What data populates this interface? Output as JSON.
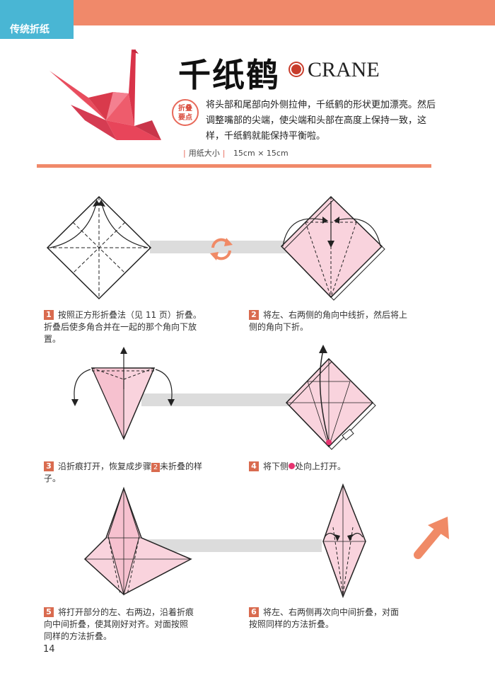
{
  "header": {
    "section_tab": "传统折纸"
  },
  "title": {
    "main": "千纸鹤",
    "english": "CRANE"
  },
  "tip": {
    "badge": "折叠\n要点",
    "badge_line1": "折叠",
    "badge_line2": "要点",
    "text": "将头部和尾部向外侧拉伸，千纸鹤的形状更加漂亮。然后调整嘴部的尖端，使尖端和头部在高度上保持一致，这样，千纸鹤就能保持平衡啦。"
  },
  "paper_size": {
    "label": "用纸大小",
    "value": "15cm × 15cm"
  },
  "steps": [
    {
      "num": "1",
      "text": "按照正方形折叠法（见 11 页）折叠。折叠后使多角合并在一起的那个角向下放置。"
    },
    {
      "num": "2",
      "text": "将左、右两侧的角向中线折，然后将上侧的角向下折。"
    },
    {
      "num": "3",
      "text_a": "沿折痕打开，恢复成步骤",
      "ref": "2",
      "text_b": "未折叠的样子。"
    },
    {
      "num": "4",
      "text_a": "将下侧",
      "text_b": "处向上打开。"
    },
    {
      "num": "5",
      "text": "将打开部分的左、右两边，沿着折痕向中间折叠，使其刚好对齐。对面按照同样的方法折叠。"
    },
    {
      "num": "6",
      "text": "将左、右两侧再次向中间折叠，对面按照同样的方法折叠。"
    }
  ],
  "page_number": "14",
  "colors": {
    "accent_orange": "#f0896a",
    "tab_blue": "#49b6d4",
    "paper_pink": "#f9d3dd",
    "crane_red": "#e8455a",
    "step_badge": "#d96b4f",
    "marker_pink": "#e6336f"
  }
}
